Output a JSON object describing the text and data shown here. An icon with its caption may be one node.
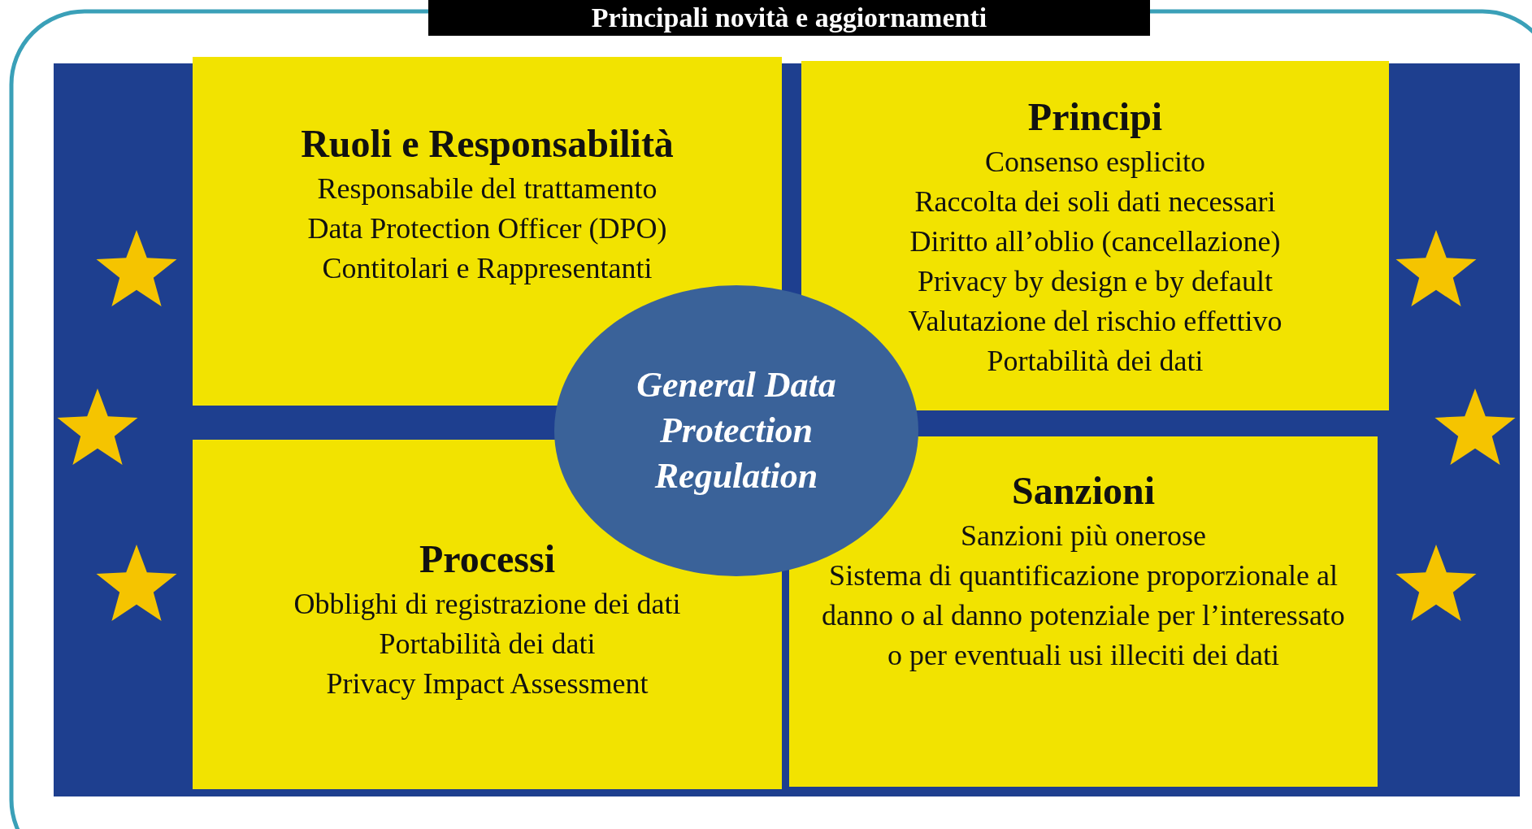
{
  "diagram": {
    "title": "Principali novità e aggiornamenti",
    "nodes": [
      {
        "text": [
          "Ruoli e Responsabilità",
          "Responsabile del trattamento",
          "Data Protection Officer (DPO)",
          "Contitolari e Rappresentanti"
        ]
      },
      {
        "text": [
          "Principi",
          "Consenso esplicito",
          "Raccolta dei soli dati necessari",
          "Diritto all’oblio (cancellazione)",
          "Privacy by design e by default",
          "Valutazione del rischio effettivo",
          "Portabilità dei dati"
        ]
      },
      {
        "text": [
          "Processi",
          "Obblighi di registrazione dei dati",
          "Portabilità dei dati",
          "Privacy Impact Assessment"
        ]
      },
      {
        "text": [
          "Sanzioni",
          "Sanzioni più onerose",
          "Sistema di quantificazione proporzionale al danno o al danno potenziale per l’interessato o per eventuali usi illeciti dei dati"
        ]
      },
      {
        "text": [
          "General Data Protection Regulation"
        ]
      }
    ],
    "edges": []
  }
}
